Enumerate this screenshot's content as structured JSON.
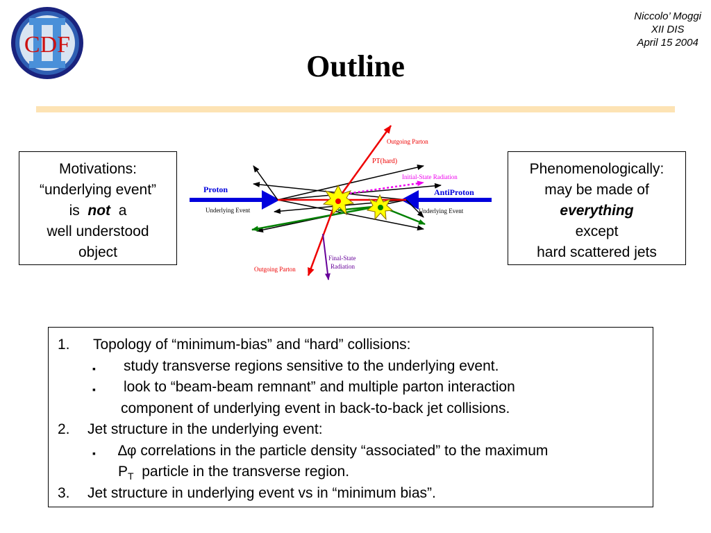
{
  "header": {
    "logo_text": "CDF",
    "author_line1": "Niccolo’ Moggi",
    "author_line2": "XII DIS",
    "author_line3": "April 15 2004",
    "title": "Outline"
  },
  "left_box": {
    "line1": "Motivations:",
    "line2": "“underlying event”",
    "line3_pre": "is",
    "line3_emph": "not",
    "line3_post": "a",
    "line4": "well understood",
    "line5": "object"
  },
  "right_box": {
    "line1": "Phenomenologically:",
    "line2": "may be made of",
    "line3": "everything",
    "line4": "except",
    "line5": "hard scattered jets"
  },
  "diagram": {
    "outgoing_parton_top": "Outgoing Parton",
    "pt_hard": "PT(hard)",
    "initial_state_radiation": "Initial-State Radiation",
    "proton": "Proton",
    "antiproton": "AntiProton",
    "underlying_event_left": "Underlying Event",
    "underlying_event_right": "Underlying Event",
    "final_state_radiation_1": "Final-State",
    "final_state_radiation_2": "Radiation",
    "outgoing_parton_bottom": "Outgoing Parton",
    "colors": {
      "proton_arrow": "#0000dd",
      "parton": "#ee0000",
      "isr": "#ee00ee",
      "fsr": "#660099",
      "green_tracks": "#008000",
      "star_fill": "#ffff00"
    }
  },
  "outline": {
    "item1_num": "1.",
    "item1_text": "Topology of “minimum-bias” and “hard” collisions:",
    "item1_sub1": "study transverse regions sensitive to the underlying event.",
    "item1_sub2_line1": "look to “beam-beam remnant” and multiple parton interaction",
    "item1_sub2_line2": "component of underlying event in back-to-back jet collisions.",
    "item2_num": "2.",
    "item2_text": "Jet structure in the underlying event:",
    "item2_sub1_symbol": "∆φ",
    "item2_sub1_line1": "correlations in the particle density “associated” to the maximum",
    "item2_sub1_p": "P",
    "item2_sub1_t": "T",
    "item2_sub1_line2": "particle in the transverse region.",
    "item3_num": "3.",
    "item3_text": "Jet structure in underlying event vs in “minimum bias”.",
    "bullet": "▪"
  }
}
